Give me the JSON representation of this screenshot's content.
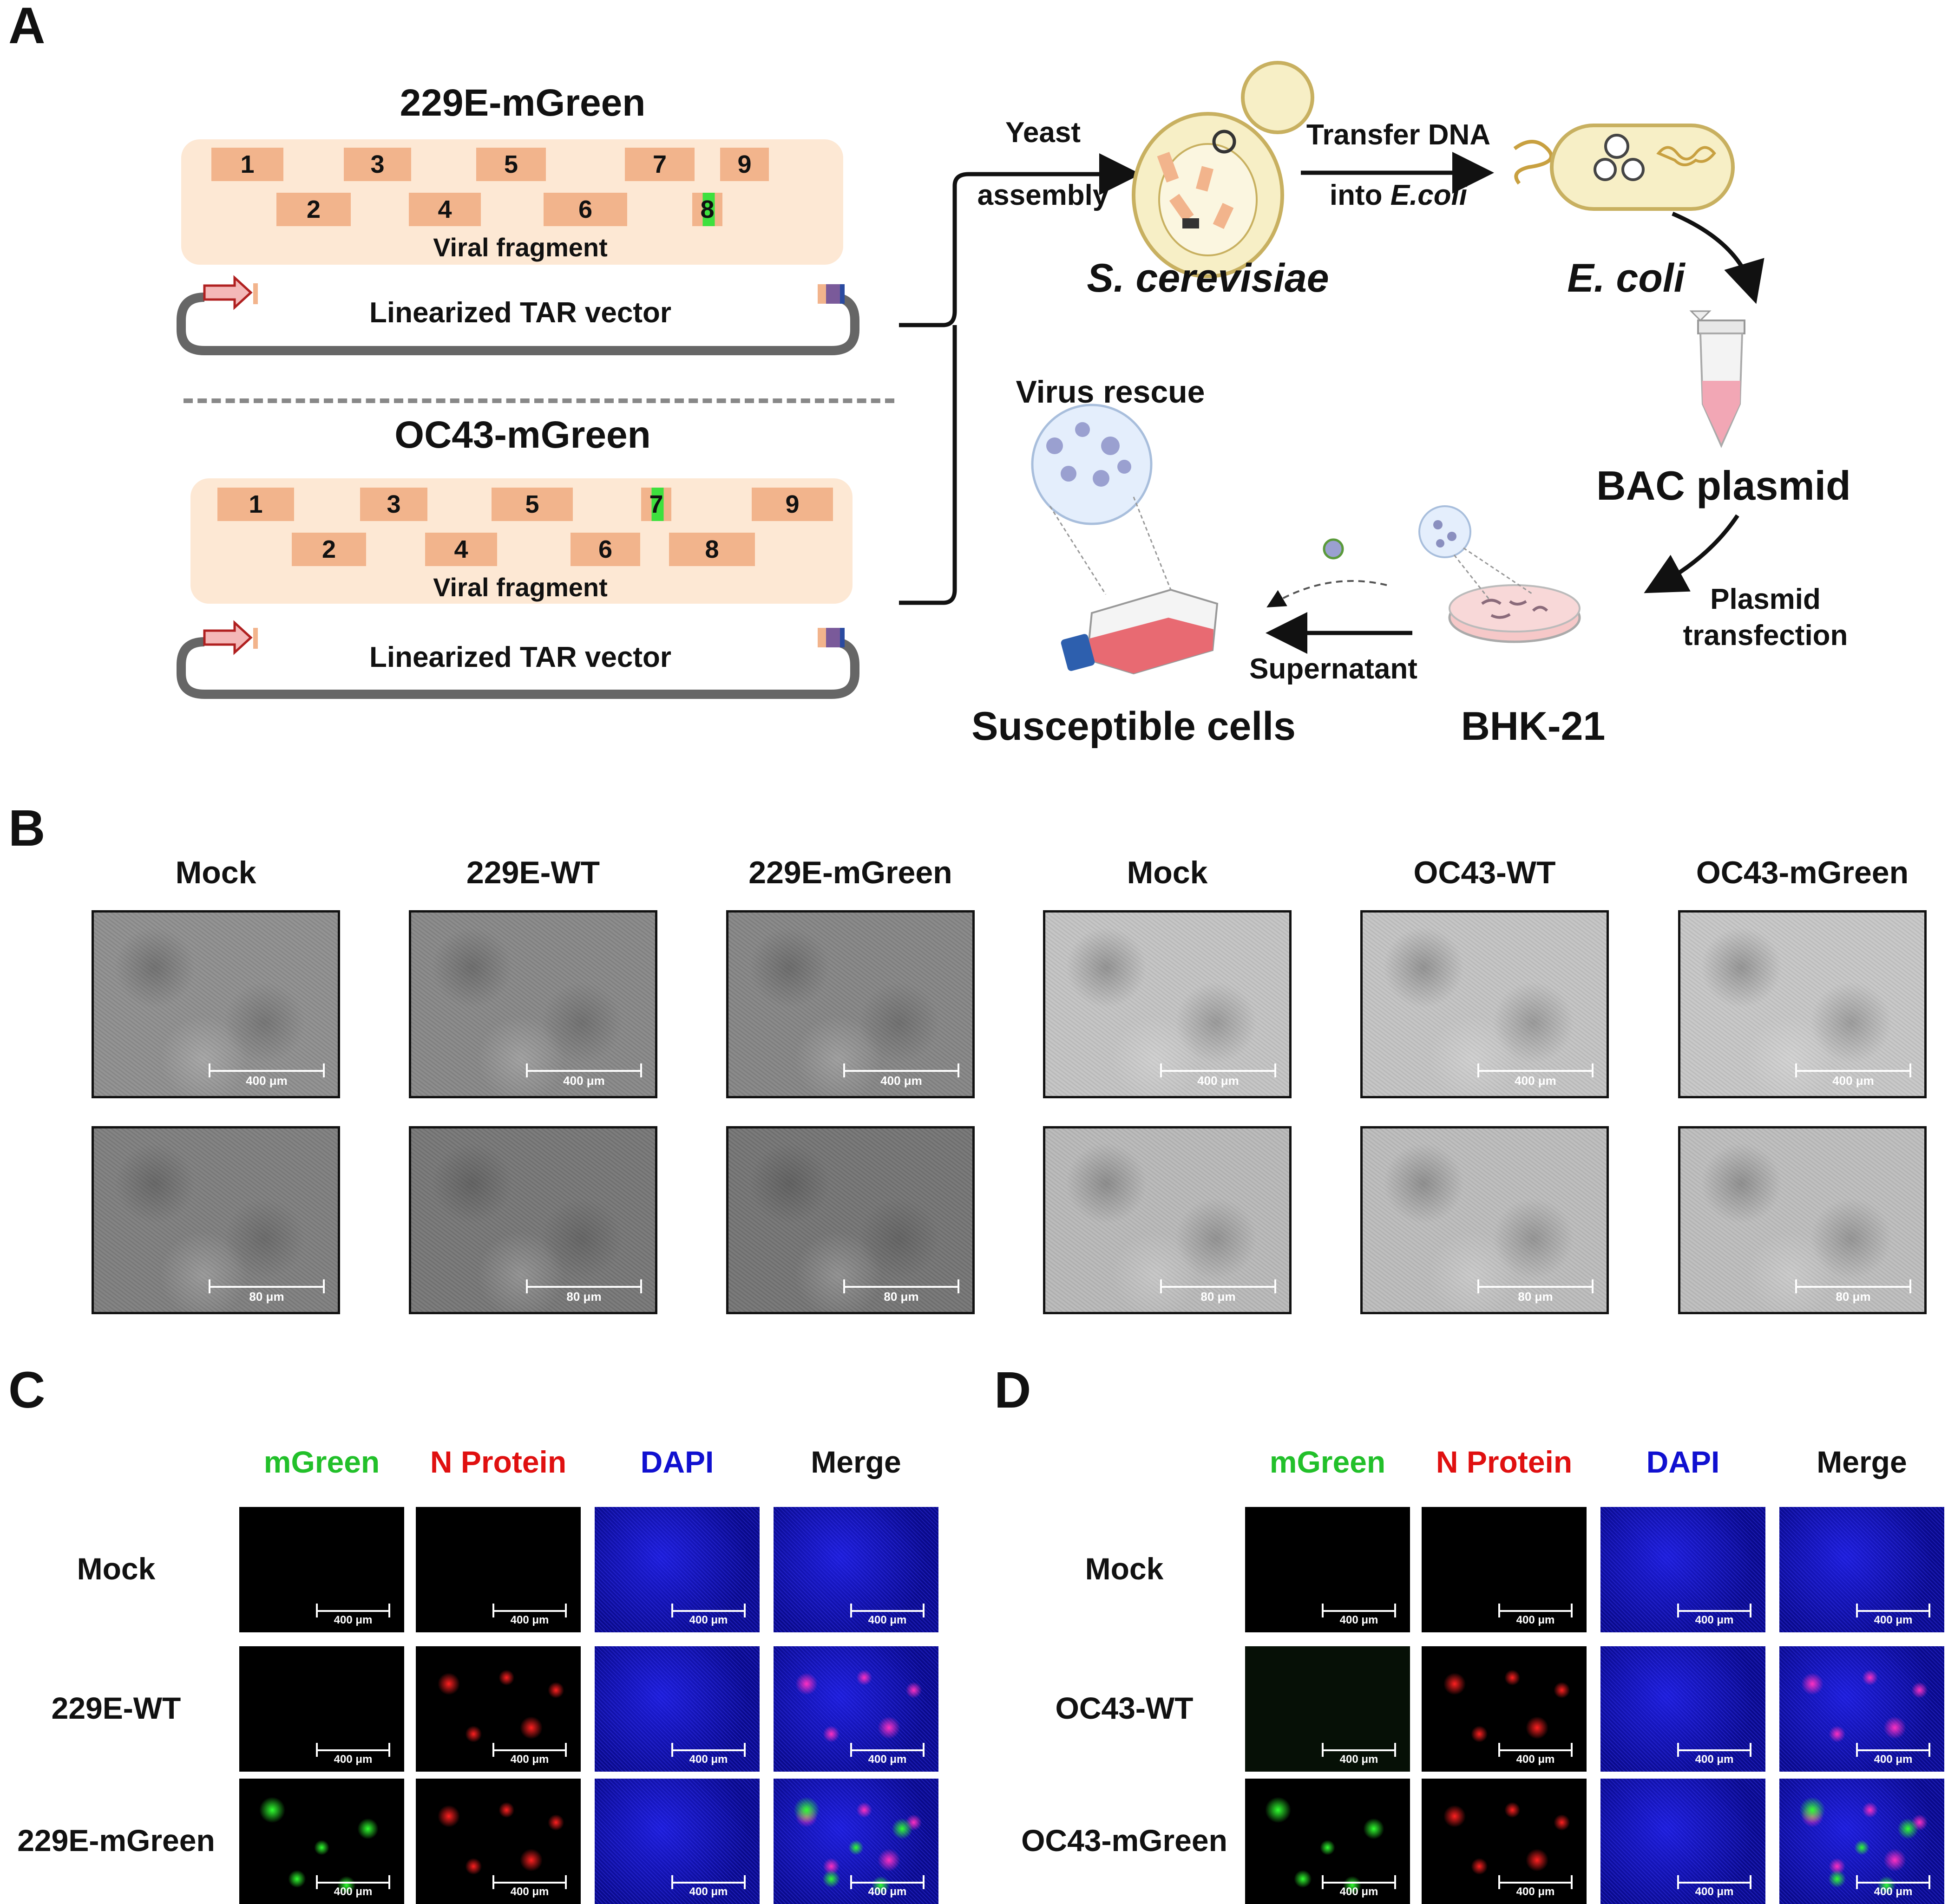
{
  "panel_labels": {
    "a": "A",
    "b": "B",
    "c": "C",
    "d": "D"
  },
  "panelA": {
    "construct1": {
      "title": "229E-mGreen",
      "fragments": [
        "1",
        "2",
        "3",
        "4",
        "5",
        "6",
        "7",
        "8",
        "9"
      ],
      "highlight_fragment": "8",
      "fragment_label": "Viral fragment",
      "vector_label": "Linearized TAR vector"
    },
    "construct2": {
      "title": "OC43-mGreen",
      "fragments": [
        "1",
        "2",
        "3",
        "4",
        "5",
        "6",
        "7",
        "8",
        "9"
      ],
      "highlight_fragment": "7",
      "fragment_label": "Viral fragment",
      "vector_label": "Linearized TAR vector"
    },
    "yeast_line1": "Yeast",
    "yeast_line2": "assembly",
    "yeast_name": "S. cerevisiae",
    "transfer_line1": "Transfer DNA",
    "transfer_line2_prefix": "into ",
    "transfer_line2_italic": "E.coli",
    "ecoli_name": "E. coli",
    "bac_label": "BAC plasmid",
    "plasmid_line1": "Plasmid",
    "plasmid_line2": "transfection",
    "bhk_label": "BHK-21",
    "supernatant_label": "Supernatant",
    "virus_rescue_label": "Virus rescue",
    "susceptible_label": "Susceptible cells"
  },
  "panelB": {
    "columns": [
      "Mock",
      "229E-WT",
      "229E-mGreen",
      "Mock",
      "OC43-WT",
      "OC43-mGreen"
    ],
    "scale_top": "400 μm",
    "scale_bottom": "80 μm"
  },
  "panelC": {
    "channels": [
      "mGreen",
      "N Protein",
      "DAPI",
      "Merge"
    ],
    "rows": [
      "Mock",
      "229E-WT",
      "229E-mGreen"
    ],
    "scale": "400 μm"
  },
  "panelD": {
    "channels": [
      "mGreen",
      "N Protein",
      "DAPI",
      "Merge"
    ],
    "rows": [
      "Mock",
      "OC43-WT",
      "OC43-mGreen"
    ],
    "scale": "400 μm"
  },
  "colors": {
    "green": "#22c02a",
    "red": "#e01010",
    "blue": "#1010d0",
    "fragment": "#f2b48c",
    "fragment_box": "#fde8d4"
  }
}
